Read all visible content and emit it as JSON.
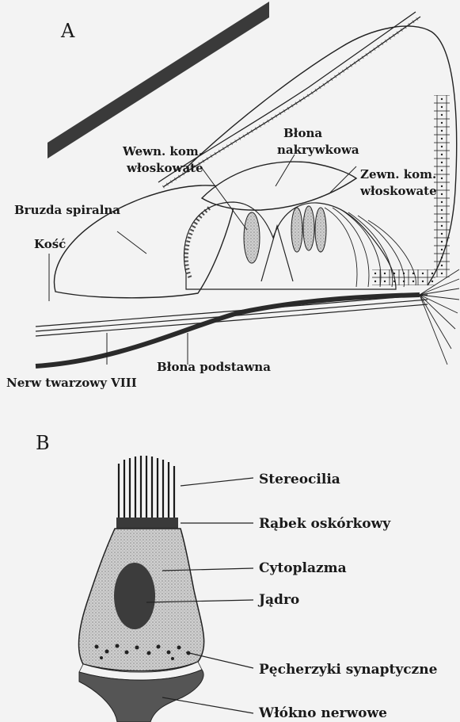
{
  "panel_a": {
    "letter": "A",
    "labels": {
      "tectorial_membrane_line1": "Błona",
      "tectorial_membrane_line2": "nakrywkowa",
      "inner_hair_cells_line1": "Wewn. kom.",
      "inner_hair_cells_line2": "włoskowate",
      "outer_hair_cells_line1": "Zewn. kom.",
      "outer_hair_cells_line2": "włoskowate",
      "spiral_sulcus": "Bruzda spiralna",
      "bone": "Kość",
      "basilar_membrane": "Błona podstawna",
      "nerve": "Nerw twarzowy VIII"
    }
  },
  "panel_b": {
    "letter": "B",
    "labels": {
      "stereocilia": "Stereocilia",
      "cuticular_plate": "Rąbek oskórkowy",
      "cytoplasm": "Cytoplazma",
      "nucleus": "Jądro",
      "synaptic_vesicles": "Pęcherzyki synaptyczne",
      "nerve_fiber": "Włókno nerwowe"
    }
  }
}
